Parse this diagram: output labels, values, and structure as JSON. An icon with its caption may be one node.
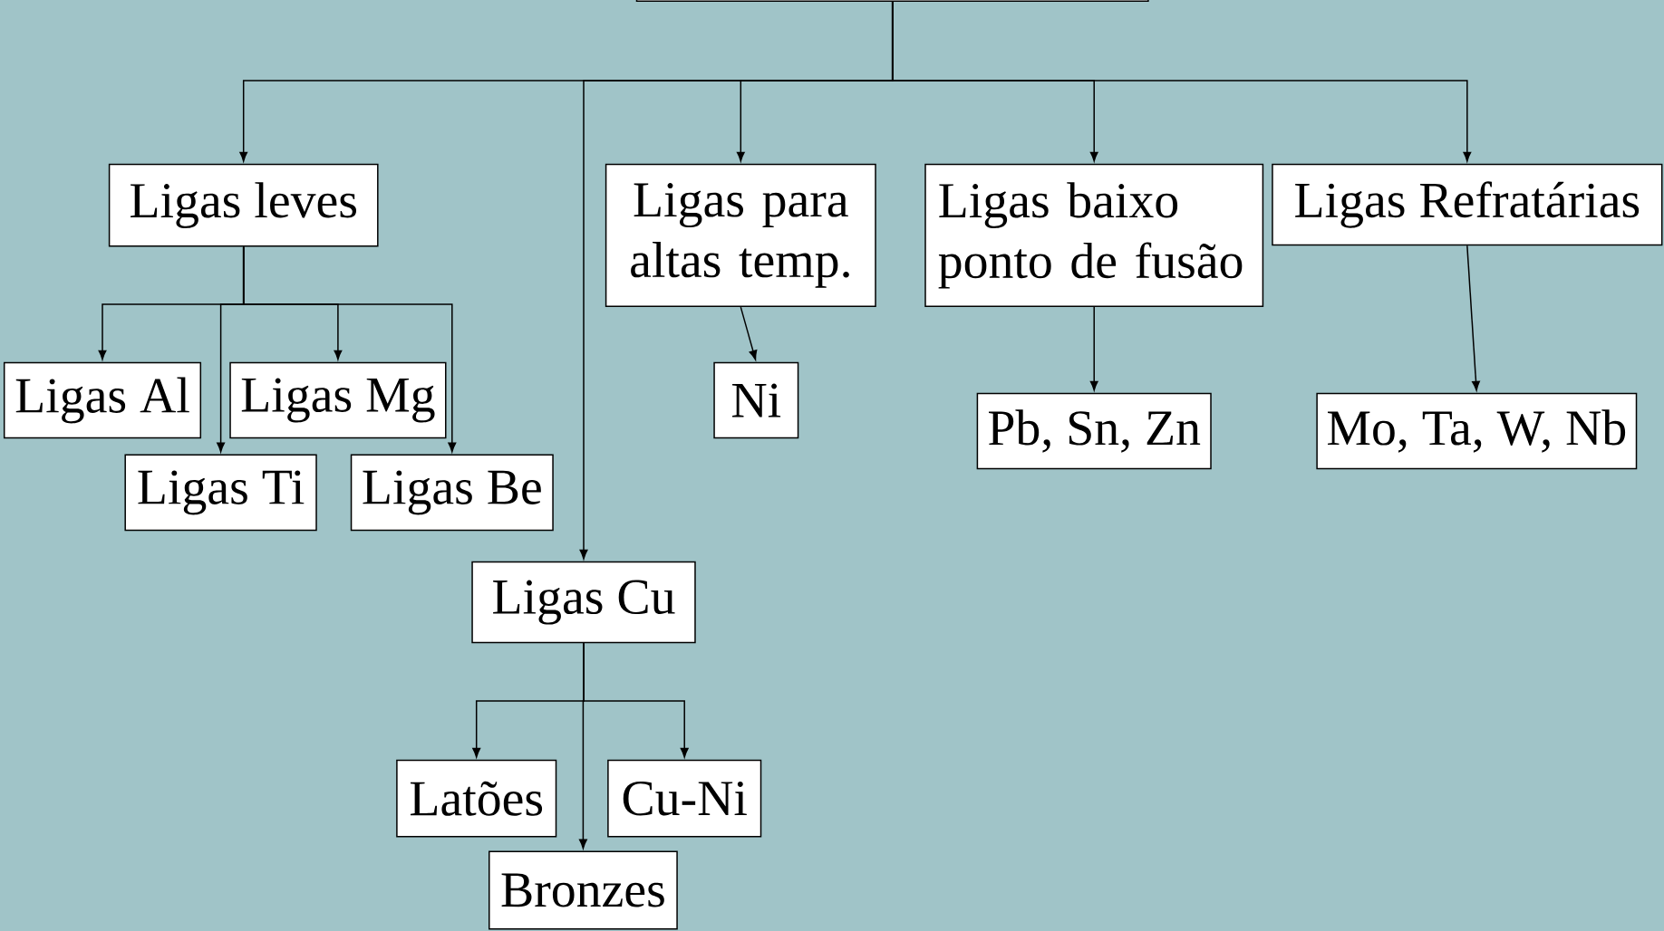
{
  "diagram": {
    "nodes": [
      {
        "text": [],
        "shape": "box"
      },
      {
        "text": [
          "Ligas leves"
        ]
      },
      {
        "text": [
          "Ligas para altas temp."
        ]
      },
      {
        "text": [
          "Ligas baixo ponto de fusão"
        ]
      },
      {
        "text": [
          "Ligas Refratárias"
        ]
      },
      {
        "text": [
          "Ligas Al"
        ]
      },
      {
        "text": [
          "Ligas Mg"
        ]
      },
      {
        "text": [
          "Ligas Ti"
        ]
      },
      {
        "text": [
          "Ligas Be"
        ]
      },
      {
        "text": [
          "Ni"
        ]
      },
      {
        "text": [
          "Pb, Sn, Zn"
        ]
      },
      {
        "text": [
          "Mo, Ta, W, Nb"
        ]
      },
      {
        "text": [
          "Ligas Cu"
        ]
      },
      {
        "text": [
          "Latões"
        ]
      },
      {
        "text": [
          "Cu-Ni"
        ]
      },
      {
        "text": [
          "Bronzes"
        ]
      }
    ],
    "edges": [
      {
        "from": 0,
        "to": 1,
        "arrow": "to"
      },
      {
        "from": 0,
        "to": 12,
        "arrow": "to"
      },
      {
        "from": 0,
        "to": 2,
        "arrow": "to"
      },
      {
        "from": 0,
        "to": 3,
        "arrow": "to"
      },
      {
        "from": 0,
        "to": 4,
        "arrow": "to"
      },
      {
        "from": 1,
        "to": 5,
        "arrow": "to"
      },
      {
        "from": 1,
        "to": 7,
        "arrow": "to"
      },
      {
        "from": 1,
        "to": 6,
        "arrow": "to"
      },
      {
        "from": 1,
        "to": 8,
        "arrow": "to"
      },
      {
        "from": 2,
        "to": 9,
        "arrow": "to"
      },
      {
        "from": 3,
        "to": 10,
        "arrow": "to"
      },
      {
        "from": 4,
        "to": 11,
        "arrow": "to"
      },
      {
        "from": 12,
        "to": 13,
        "arrow": "to"
      },
      {
        "from": 12,
        "to": 15,
        "arrow": "to"
      },
      {
        "from": 12,
        "to": 14,
        "arrow": "to"
      }
    ]
  }
}
